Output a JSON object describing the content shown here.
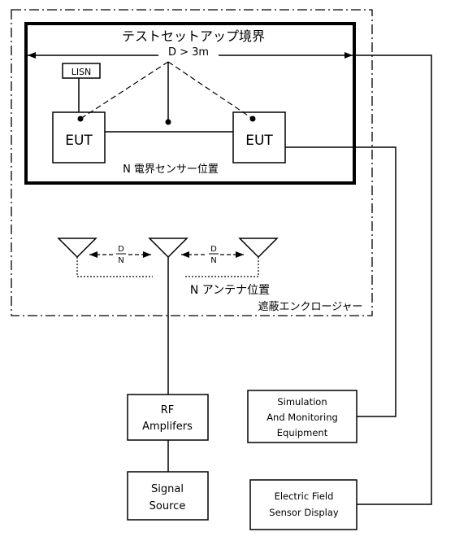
{
  "test_setup_boundary": {
    "title": "テストセットアップ境界",
    "distance": "D > 3m"
  },
  "lisn": {
    "label": "LISN"
  },
  "eut_left": {
    "label": "EUT"
  },
  "eut_right": {
    "label": "EUT"
  },
  "field_sensor_positions": {
    "label": "N 電界センサー位置"
  },
  "antenna_spacing": {
    "numerator": "D",
    "denominator": "N"
  },
  "antenna_positions": {
    "label": "N アンテナ位置"
  },
  "shielded_enclosure": {
    "label": "遮蔽エンクロージャー"
  },
  "rf_amplifiers": {
    "line1": "RF",
    "line2": "Amplifers"
  },
  "signal_source": {
    "line1": "Signal",
    "line2": "Source"
  },
  "simulation_equipment": {
    "line1": "Simulation",
    "line2": "And Monitoring",
    "line3": "Equipment"
  },
  "sensor_display": {
    "line1": "Electric Field",
    "line2": "Sensor Display"
  }
}
